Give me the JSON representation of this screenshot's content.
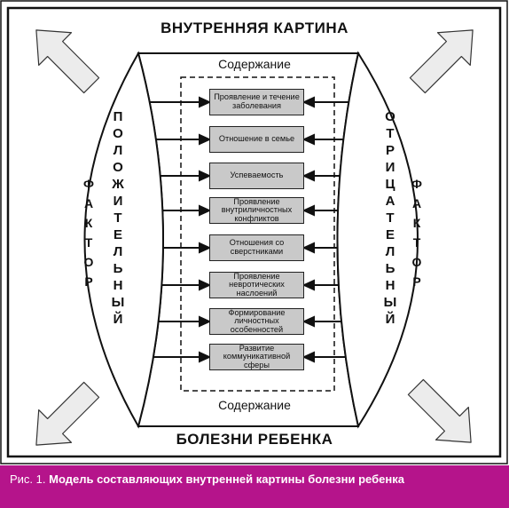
{
  "title_top": "ВНУТРЕННЯЯ КАРТИНА",
  "title_bottom": "БОЛЕЗНИ РЕБЕНКА",
  "content_label_top": "Содержание",
  "content_label_bottom": "Содержание",
  "left_factor": {
    "word1": "ФАКТОР",
    "word2": "ПОЛОЖИТЕЛЬНЫЙ"
  },
  "right_factor": {
    "word1": "ОТРИЦАТЕЛЬНЫЙ",
    "word2": "ФАКТОР"
  },
  "components": [
    "Проявление и течение заболевания",
    "Отношение в семье",
    "Успеваемость",
    "Проявление внутриличностных конфликтов",
    "Отношения со сверстниками",
    "Проявление невротических наслоений",
    "Формирование личностных особенностей",
    "Развитие коммуникативной сферы"
  ],
  "caption": {
    "prefix": "Рис. 1.",
    "text": "Модель составляющих внутренней картины болезни ребенка"
  },
  "colors": {
    "caption_bg": "#b5148b",
    "box_fill": "#c9c9c9",
    "arrow_fill": "#ececec"
  }
}
